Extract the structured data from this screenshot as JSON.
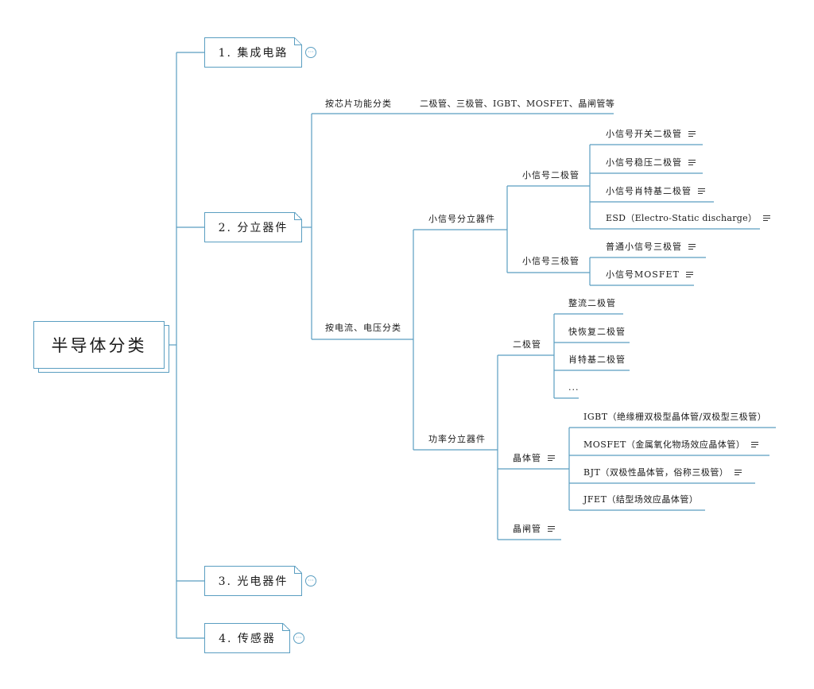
{
  "root": {
    "label": "半导体分类"
  },
  "branches": [
    {
      "label": "1. 集成电路",
      "collapsed_icon": "ellipsis-icon"
    },
    {
      "label": "2. 分立器件"
    },
    {
      "label": "3. 光电器件",
      "collapsed_icon": "ellipsis-icon"
    },
    {
      "label": "4. 传感器",
      "collapsed_icon": "ellipsis-icon"
    }
  ],
  "discrete": {
    "by_function": {
      "label": "按芯片功能分类",
      "value": "二极管、三极管、IGBT、MOSFET、晶闸管等"
    },
    "by_current": {
      "label": "按电流、电压分类",
      "small_signal": {
        "label": "小信号分立器件",
        "diode": {
          "label": "小信号二极管",
          "items": [
            "小信号开关二极管",
            "小信号稳压二极管",
            "小信号肖特基二极管",
            "ESD（Electro-Static discharge）"
          ]
        },
        "transistor": {
          "label": "小信号三极管",
          "items": [
            "普通小信号三极管",
            "小信号MOSFET"
          ]
        }
      },
      "power": {
        "label": "功率分立器件",
        "diode": {
          "label": "二极管",
          "items": [
            "整流二极管",
            "快恢复二极管",
            "肖特基二极管",
            "..."
          ]
        },
        "transistor": {
          "label": "晶体管",
          "items": [
            "IGBT（绝缘栅双极型晶体管/双极型三极管）",
            "MOSFET（金属氧化物场效应晶体管）",
            "BJT（双极性晶体管，俗称三极管）",
            "JFET（结型场效应晶体管）"
          ]
        },
        "thyristor": {
          "label": "晶闸管"
        }
      }
    }
  },
  "note_icon": "note-lines-icon",
  "line_color": "#5a9ec1"
}
